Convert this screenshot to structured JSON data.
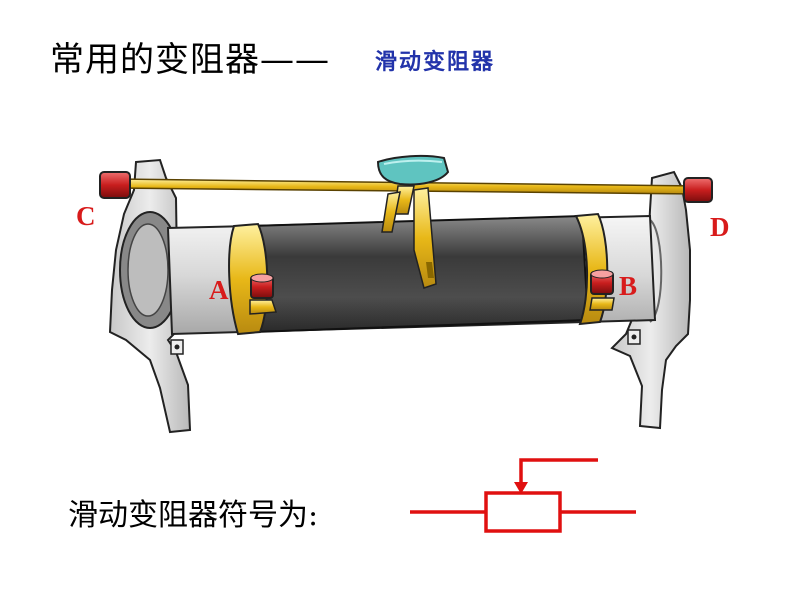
{
  "header": {
    "title": "常用的变阻器——",
    "subtitle": "滑动变阻器"
  },
  "diagram": {
    "terminals": {
      "c": "C",
      "d": "D",
      "a": "A",
      "b": "B"
    }
  },
  "symbol": {
    "caption": "滑动变阻器符号为:"
  },
  "colors": {
    "frame": "#dcdcdc",
    "coil": "#4a4a4a",
    "brass": "#f0c020",
    "terminal": "#c81e1e",
    "slider_handle": "#5fc4c0",
    "symbol_line": "#e01010",
    "label": "#d81b1b",
    "subtitle": "#2233aa"
  }
}
